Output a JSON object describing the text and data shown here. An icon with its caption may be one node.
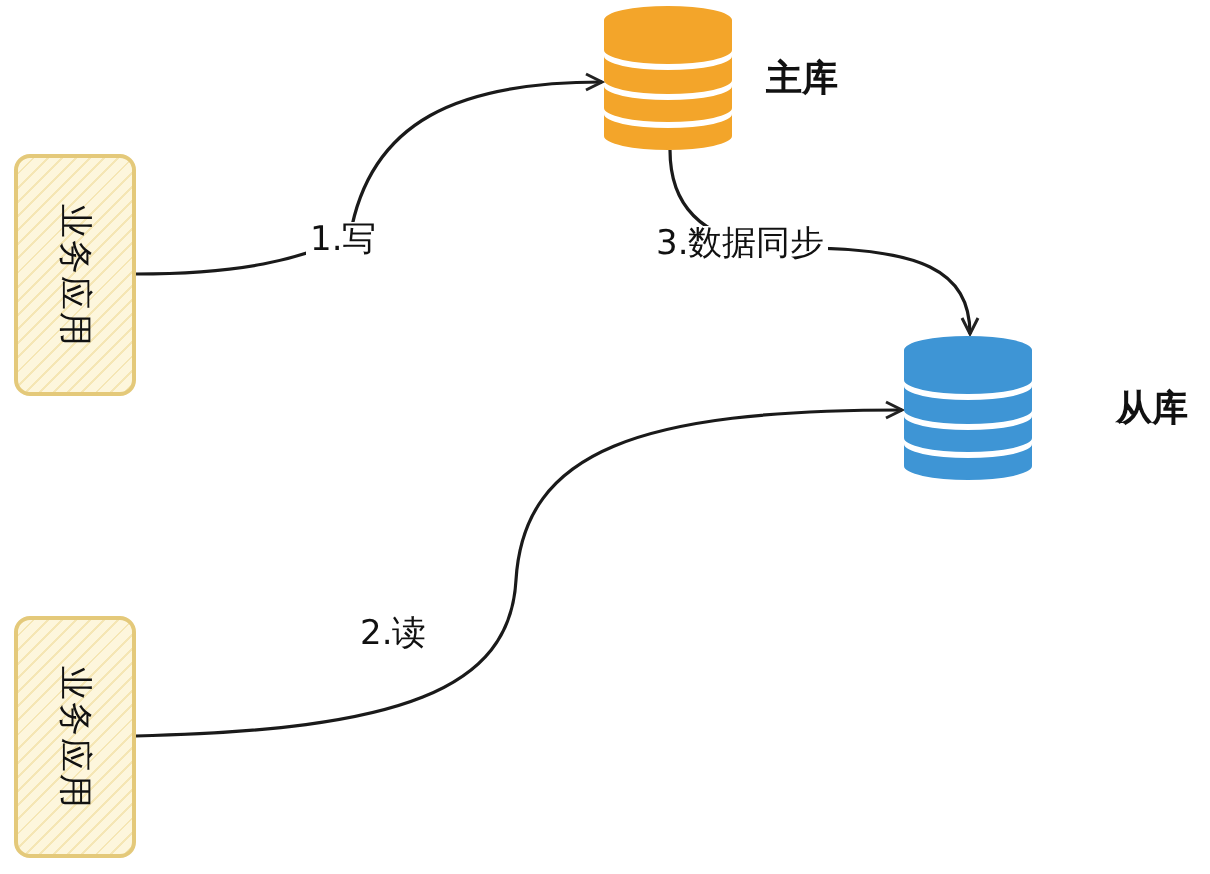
{
  "diagram": {
    "nodes": [
      {
        "text": [
          "业务应用"
        ]
      },
      {
        "text": [
          "主库"
        ]
      },
      {
        "text": [
          "从库"
        ]
      },
      {
        "text": [
          "业务应用"
        ]
      }
    ],
    "edges": [
      {
        "from": 0,
        "to": 1,
        "arrow": "to",
        "label": "1.写"
      },
      {
        "from": 1,
        "to": 2,
        "arrow": "to",
        "label": "3.数据同步"
      },
      {
        "from": 3,
        "to": 2,
        "arrow": "to",
        "label": "2.读"
      }
    ]
  }
}
